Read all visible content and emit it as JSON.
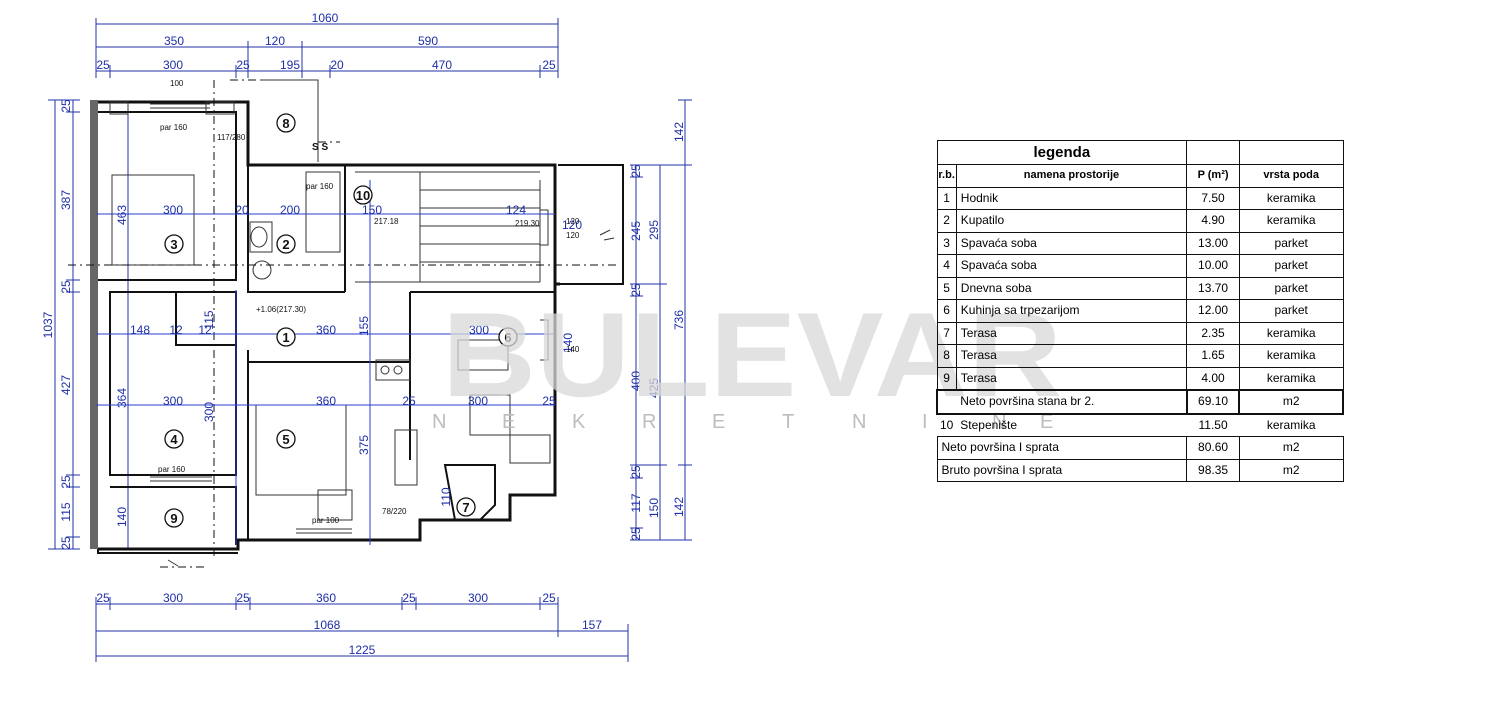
{
  "dimensions": {
    "top_total": "1060",
    "top_mid": [
      "350",
      "120",
      "590"
    ],
    "top_detail": [
      "25",
      "300",
      "25",
      "195",
      "20",
      "470",
      "25"
    ],
    "bottom_detail": [
      "25",
      "300",
      "25",
      "360",
      "25",
      "300",
      "25"
    ],
    "bottom_mid": [
      "1068",
      "157"
    ],
    "bottom_total": "1225",
    "left_outer": "1037",
    "left_mid": [
      "25",
      "387",
      "25",
      "427",
      "25",
      "115",
      "25"
    ],
    "left_inner": [
      "463",
      "364",
      "140"
    ],
    "right_outer": [
      "142",
      "736",
      "142"
    ],
    "right_mid": [
      "295",
      "425",
      "150"
    ],
    "right_inner": [
      "25",
      "245",
      "25",
      "400",
      "25",
      "117",
      "25"
    ],
    "interior": [
      "300",
      "20",
      "200",
      "148",
      "12",
      "115",
      "12",
      "360",
      "155",
      "300",
      "300",
      "360",
      "25",
      "300",
      "25",
      "300",
      "375",
      "110",
      "150",
      "124",
      "140",
      "120"
    ]
  },
  "rooms": [
    "1",
    "2",
    "3",
    "4",
    "5",
    "6",
    "7",
    "8",
    "9",
    "10"
  ],
  "notes": [
    "par 160",
    "117/280",
    "par 160",
    "+1.06(217.30)",
    "217.18",
    "219.30",
    "par 100",
    "par 160",
    "78/220",
    "120",
    "120",
    "140",
    "100",
    "S S"
  ],
  "watermark": {
    "brand": "BULEVAR",
    "sub": [
      "N",
      "E",
      "K",
      "R",
      "E",
      "T",
      "N",
      "I",
      "N",
      "E"
    ]
  },
  "legend": {
    "title": "legenda",
    "headers": {
      "rb": "r.b.",
      "name": "namena prostorije",
      "area": "P (m²)",
      "type": "vrsta poda"
    },
    "rows": [
      {
        "rb": "1",
        "name": "Hodnik",
        "area": "7.50",
        "type": "keramika"
      },
      {
        "rb": "2",
        "name": "Kupatilo",
        "area": "4.90",
        "type": "keramika"
      },
      {
        "rb": "3",
        "name": "Spavaća soba",
        "area": "13.00",
        "type": "parket"
      },
      {
        "rb": "4",
        "name": "Spavaća soba",
        "area": "10.00",
        "type": "parket"
      },
      {
        "rb": "5",
        "name": "Dnevna soba",
        "area": "13.70",
        "type": "parket"
      },
      {
        "rb": "6",
        "name": "Kuhinja sa trpezarijom",
        "area": "12.00",
        "type": "parket"
      },
      {
        "rb": "7",
        "name": "Terasa",
        "area": "2.35",
        "type": "keramika"
      },
      {
        "rb": "8",
        "name": "Terasa",
        "area": "1.65",
        "type": "keramika"
      },
      {
        "rb": "9",
        "name": "Terasa",
        "area": "4.00",
        "type": "keramika"
      }
    ],
    "net_apartment": {
      "name": "Neto površina stana br 2.",
      "area": "69.10",
      "type": "m2"
    },
    "stairs": {
      "rb": "10",
      "name": "Stepenište",
      "area": "11.50",
      "type": "keramika"
    },
    "net_floor": {
      "name": "Neto površina I sprata",
      "area": "80.60",
      "type": "m2"
    },
    "gross_floor": {
      "name": "Bruto površina I sprata",
      "area": "98.35",
      "type": "m2"
    }
  }
}
